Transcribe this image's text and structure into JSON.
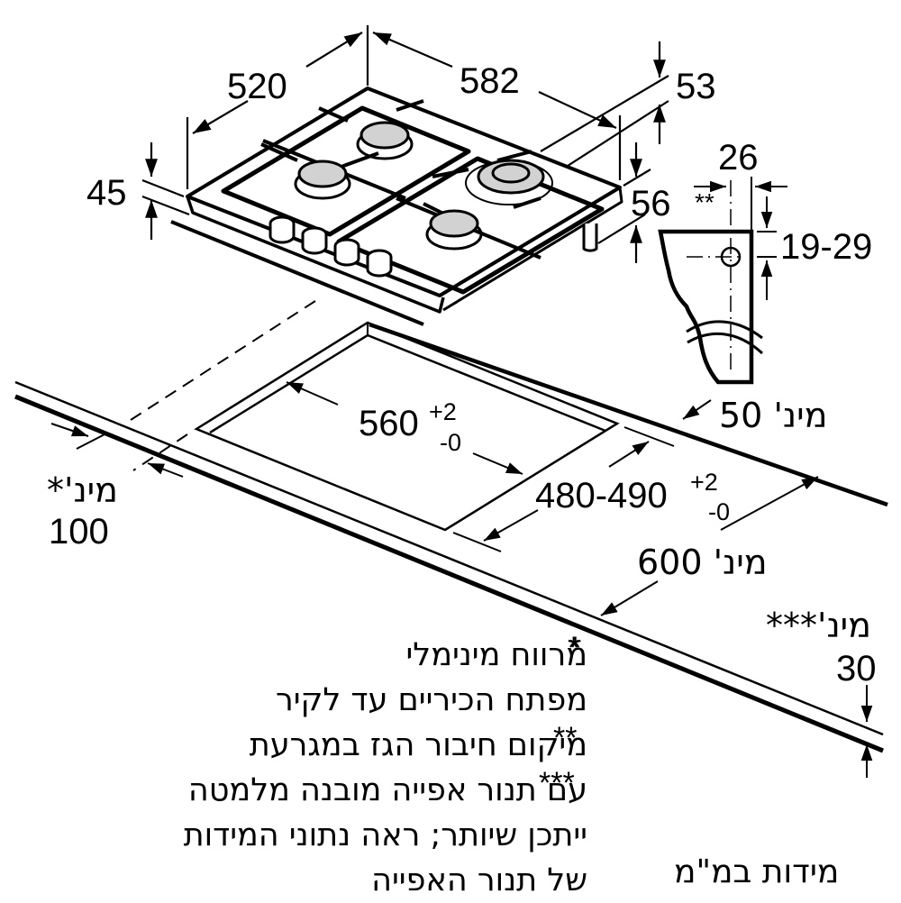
{
  "diagram": {
    "subject": "Built-in gas hob installation dimensions",
    "unit_note": "מידות במ\"מ"
  },
  "dimensions": {
    "hob_depth": "520",
    "hob_width": "582",
    "hob_height_rear": "53",
    "hob_thickness": "45",
    "hob_leg_offset": "56",
    "gas_conn_offset": "26",
    "gas_conn_marker": "**",
    "gas_conn_height": "19-29",
    "cutout_width": "560",
    "cutout_width_tol_plus": "+2",
    "cutout_width_tol_minus": "-0",
    "cutout_depth": "480-490",
    "cutout_depth_tol_plus": "+2",
    "cutout_depth_tol_minus": "-0",
    "rear_clearance_label": "מינ' 50",
    "front_clearance_label": "מינ'*",
    "front_clearance_value": "100",
    "worktop_depth_label": "מינ' 600",
    "worktop_thickness_label": "מינ'***",
    "worktop_thickness_value": "30",
    "worktop_corner_marker": "*"
  },
  "notes": {
    "items": [
      {
        "marker": "*",
        "lines": [
          "מרווח מינימלי",
          "מפתח הכיריים עד לקיר"
        ]
      },
      {
        "marker": "**",
        "lines": [
          "מיקום חיבור הגז במגרעת"
        ]
      },
      {
        "marker": "***",
        "lines": [
          "עם תנור אפייה מובנה מלמטה",
          "ייתכן שיותר; ראה נתוני המידות",
          "של תנור האפייה"
        ]
      }
    ]
  },
  "colors": {
    "line": "#000000",
    "burner_cap": "#d2d2d2",
    "background": "#ffffff"
  }
}
